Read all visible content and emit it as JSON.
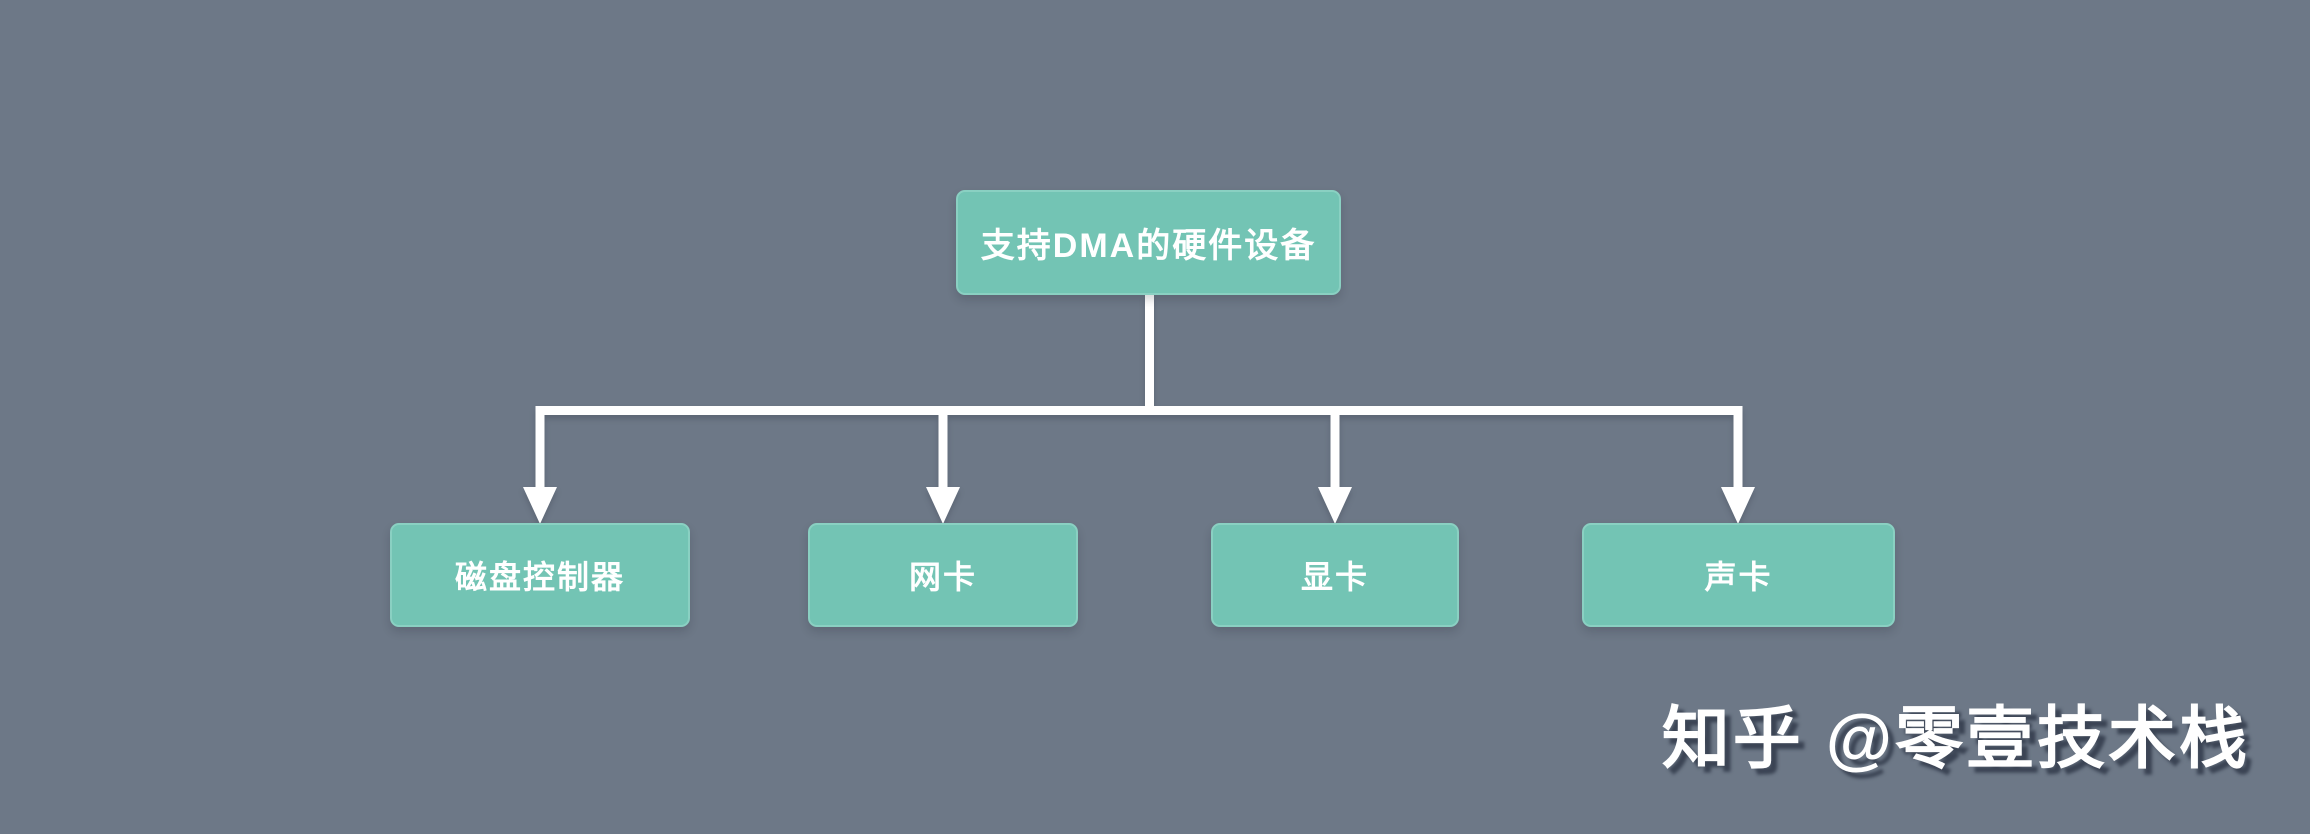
{
  "diagram": {
    "root": {
      "label": "支持DMA的硬件设备"
    },
    "children": [
      {
        "label": "磁盘控制器"
      },
      {
        "label": "网卡"
      },
      {
        "label": "显卡"
      },
      {
        "label": "声卡"
      }
    ]
  },
  "watermark": {
    "text": "知乎 @零壹技术栈"
  },
  "colors": {
    "background": "#6d7887",
    "node_fill": "#73c4b4",
    "node_border": "#8ad0c2",
    "node_text": "#ffffff",
    "connector": "#ffffff",
    "watermark_text": "#ffffff",
    "watermark_shadow": "#3b4454"
  }
}
